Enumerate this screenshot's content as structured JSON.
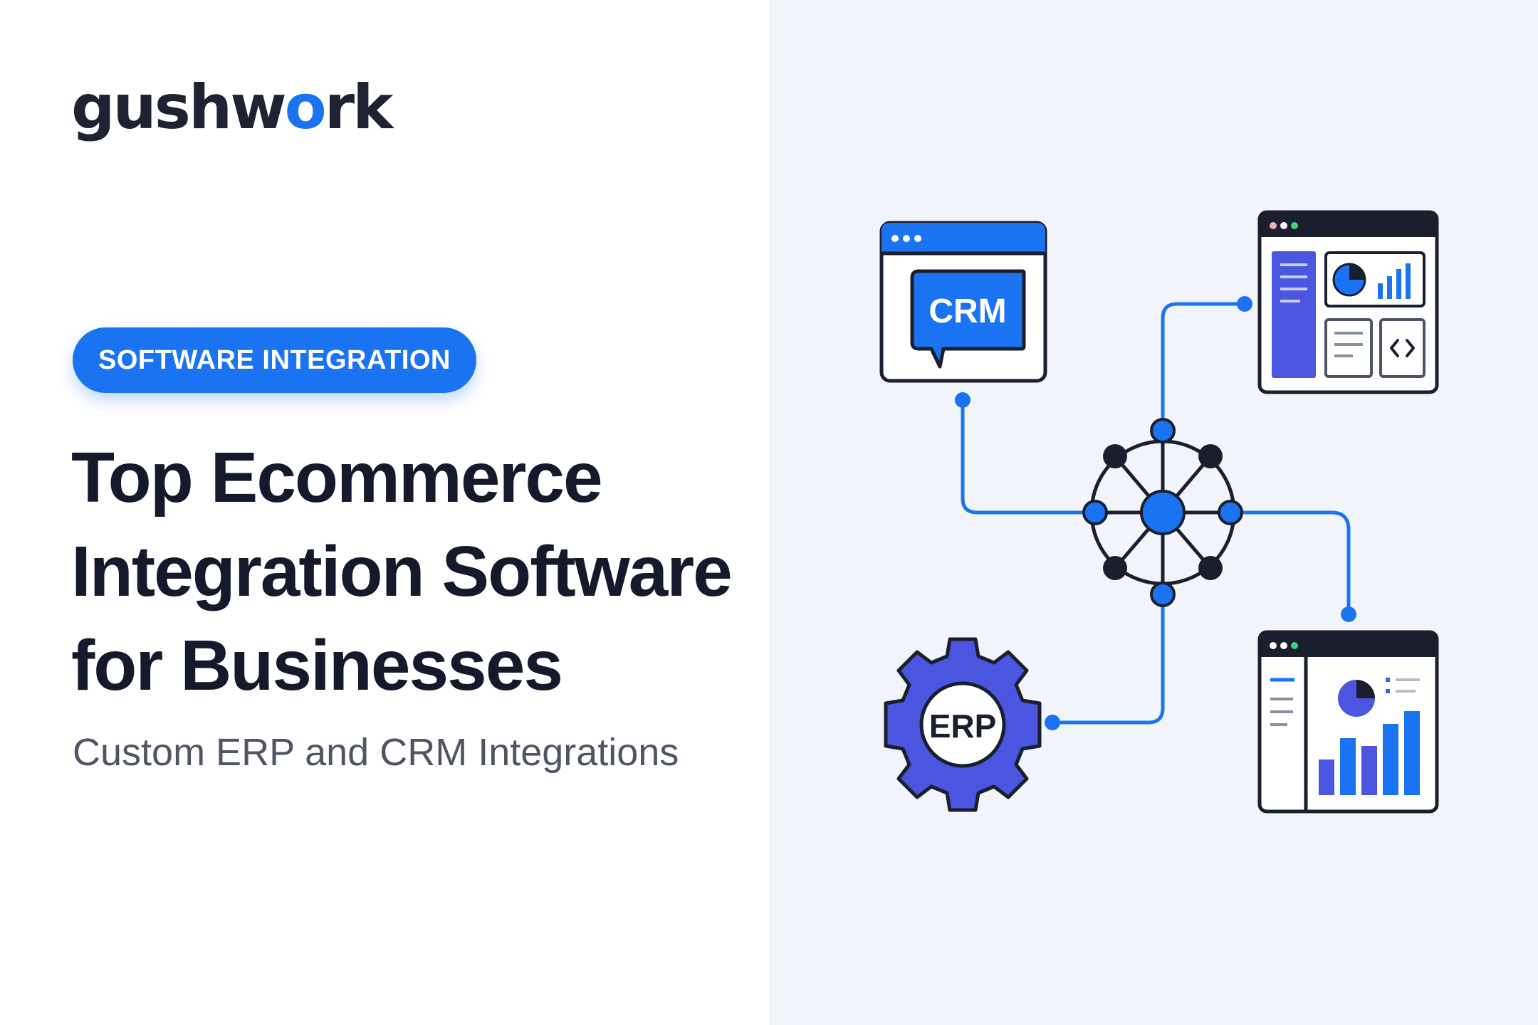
{
  "brand": {
    "logo_prefix": "gushw",
    "logo_o": "o",
    "logo_suffix": "rk",
    "accent_color": "#1a73f0",
    "text_color": "#1e2233"
  },
  "badge": {
    "label": "SOFTWARE INTEGRATION"
  },
  "headline": {
    "lines": [
      "Top Ecommerce",
      "Integration Software",
      "for Businesses"
    ]
  },
  "subtitle": "Custom ERP and CRM Integrations",
  "diagram": {
    "crm_label": "CRM",
    "erp_label": "ERP",
    "icons": [
      "crm-window-icon",
      "dashboard-window-icon",
      "network-hub-icon",
      "erp-gear-icon",
      "analytics-window-icon",
      "code-icon",
      "pie-chart-icon",
      "bar-chart-icon"
    ],
    "colors": {
      "blue": "#1a73f0",
      "indigo": "#4a55e0",
      "dark": "#1a1f2e",
      "panel_bg": "#f1f5fb"
    }
  }
}
